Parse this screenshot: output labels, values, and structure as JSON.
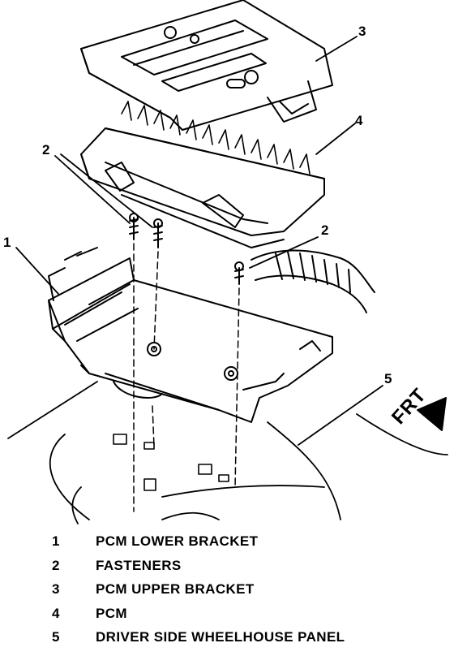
{
  "callouts": {
    "c1": "1",
    "c2a": "2",
    "c2b": "2",
    "c3": "3",
    "c4": "4",
    "c5": "5"
  },
  "direction_label": "FRT",
  "legend": [
    {
      "num": "1",
      "label": "PCM LOWER BRACKET"
    },
    {
      "num": "2",
      "label": "FASTENERS"
    },
    {
      "num": "3",
      "label": "PCM UPPER BRACKET"
    },
    {
      "num": "4",
      "label": "PCM"
    },
    {
      "num": "5",
      "label": "DRIVER SIDE WHEELHOUSE PANEL"
    }
  ]
}
